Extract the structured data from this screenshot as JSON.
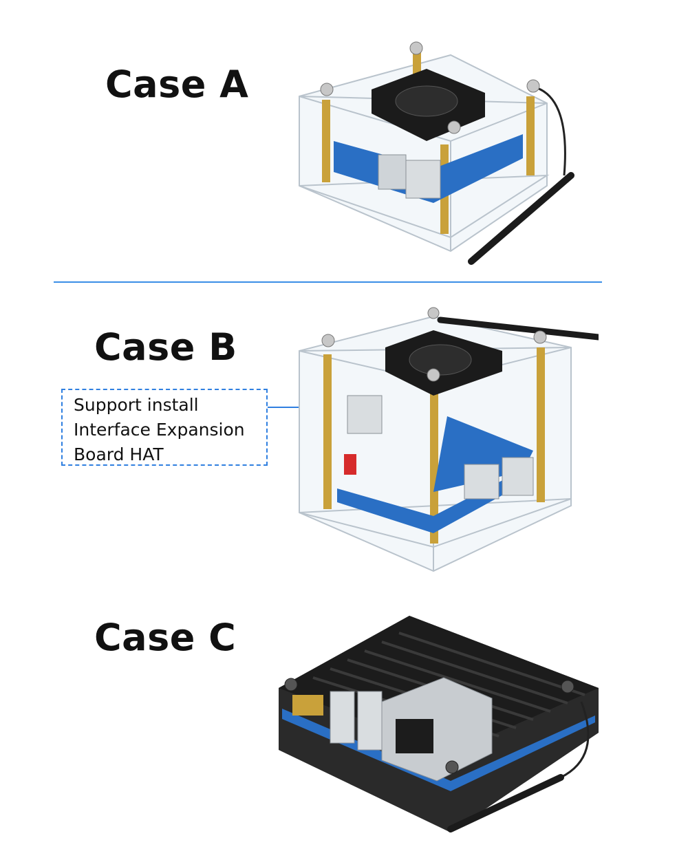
{
  "sections": [
    {
      "label": "Case A"
    },
    {
      "label": "Case B"
    },
    {
      "label": "Case C"
    }
  ],
  "callout": {
    "lines": [
      "Support install",
      "Interface Expansion",
      "Board HAT"
    ]
  },
  "colors": {
    "divider": "#3a8ee6",
    "callout_border": "#2f7fe0",
    "board_blue": "#2a6fc4",
    "brass": "#c9a13a",
    "heatsink": "#1c1c1c"
  }
}
